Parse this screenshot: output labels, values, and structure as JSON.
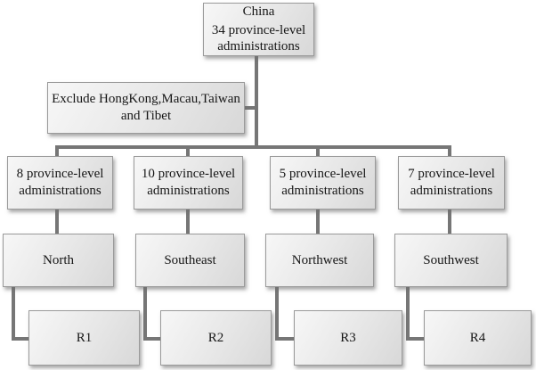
{
  "diagram": {
    "root": {
      "title": "China",
      "subtitle": "34 province-level administrations"
    },
    "exclusion": {
      "line1": "Exclude HongKong,Macau,Taiwan",
      "line2": "and Tibet"
    },
    "branches": [
      {
        "count_label": "8 province-level administrations",
        "region": "North",
        "code": "R1"
      },
      {
        "count_label": "10 province-level administrations",
        "region": "Southeast",
        "code": "R2"
      },
      {
        "count_label": "5 province-level administrations",
        "region": "Northwest",
        "code": "R3"
      },
      {
        "count_label": "7 province-level administrations",
        "region": "Southwest",
        "code": "R4"
      }
    ],
    "style": {
      "connector_color": "#767676",
      "box_border_color": "#9a9a9a",
      "box_fill_light": "#f7f7f7",
      "box_fill_dark": "#d8d8d8",
      "text_color": "#161616"
    }
  }
}
